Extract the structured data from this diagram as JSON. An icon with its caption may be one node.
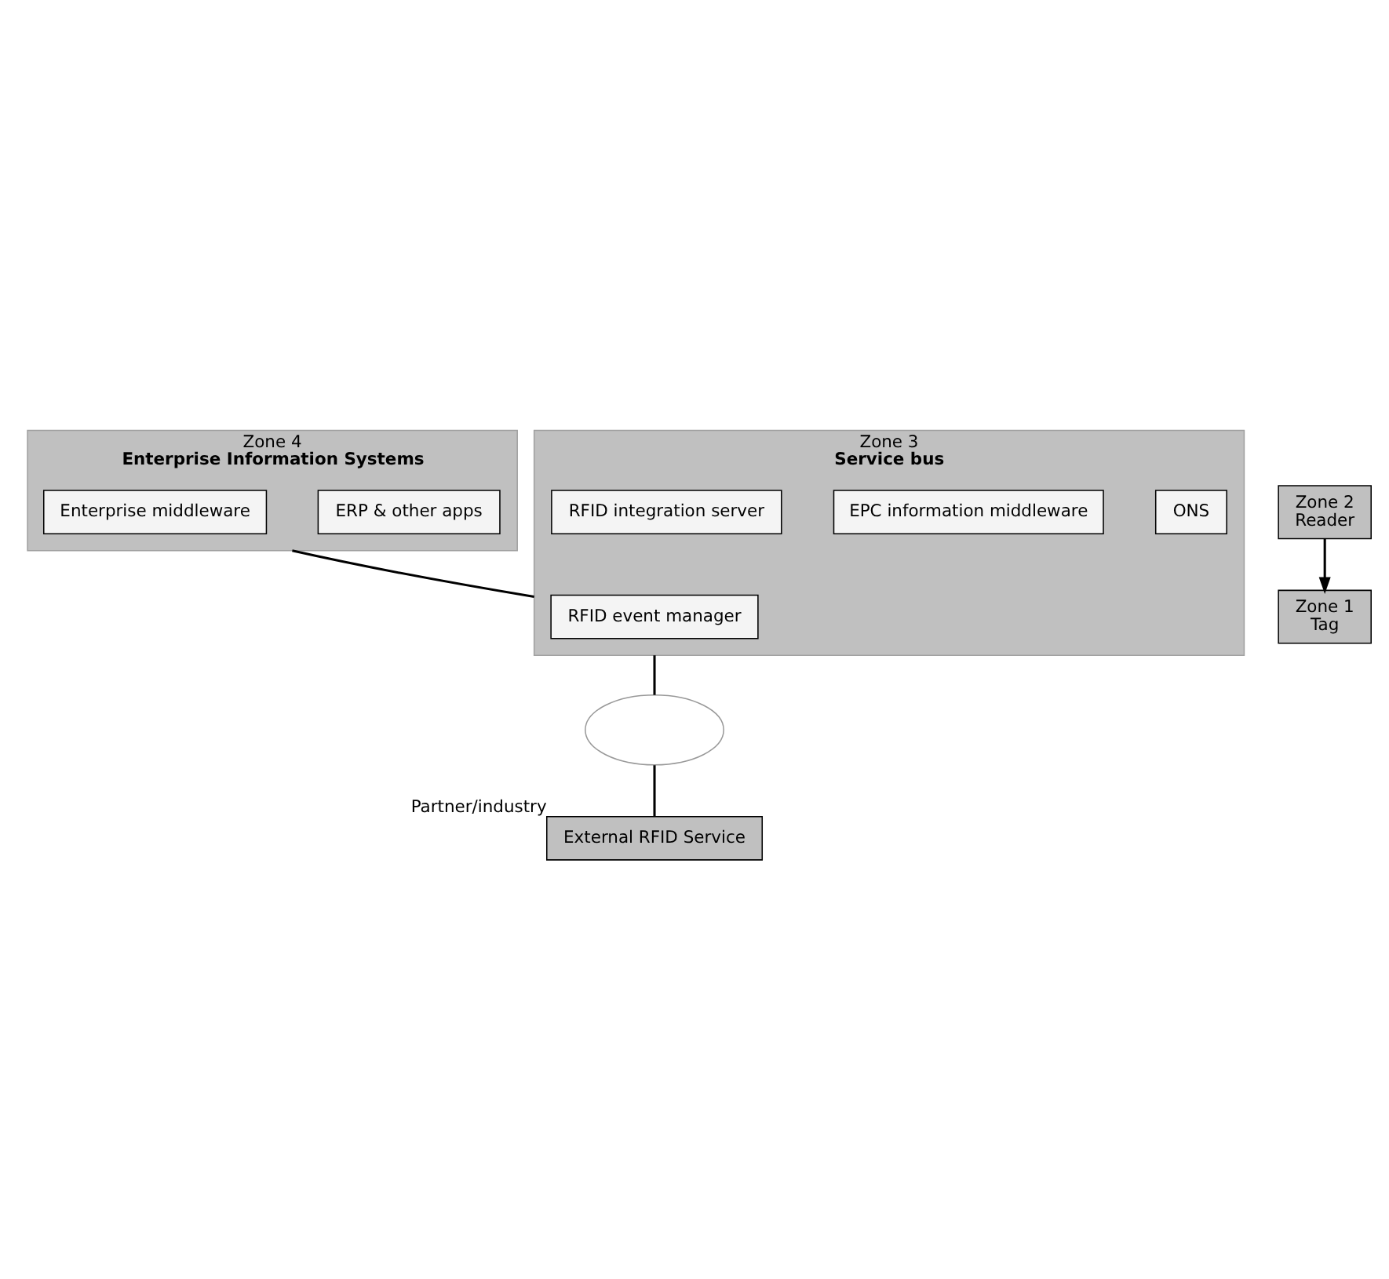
{
  "diagram": {
    "nodes": [
      {
        "text": [
          "Zone 4",
          "Enterprise Information Systems"
        ]
      },
      {
        "text": [
          "ERP & other apps"
        ],
        "in": 0
      },
      {
        "text": [
          "Enterprise middleware"
        ],
        "in": 0
      },
      {
        "text": [
          "Zone 1",
          "Tag"
        ]
      },
      {
        "text": [
          "Zone 2",
          "Reader"
        ]
      },
      {
        "text": [
          "Zone 3",
          "Service bus"
        ]
      },
      {
        "text": [
          "ONS"
        ],
        "in": 5
      },
      {
        "text": [
          "EPC information middleware"
        ],
        "in": 5
      },
      {
        "text": [
          "RFID integration server"
        ],
        "in": 5
      },
      {
        "text": [
          "RFID event manager"
        ],
        "in": 5
      },
      {
        "text": [],
        "shape": "cloud"
      },
      {
        "text": [
          "External RFID Service"
        ],
        "beside": [
          "Partner/industry"
        ]
      }
    ],
    "edges": [
      {
        "from": 4,
        "to": 3,
        "arrow": "to"
      },
      {
        "from": 0,
        "to": 5,
        "arrow": "none"
      },
      {
        "from": 5,
        "to": 10,
        "arrow": "none"
      },
      {
        "from": 10,
        "to": 11,
        "arrow": "none"
      }
    ]
  }
}
